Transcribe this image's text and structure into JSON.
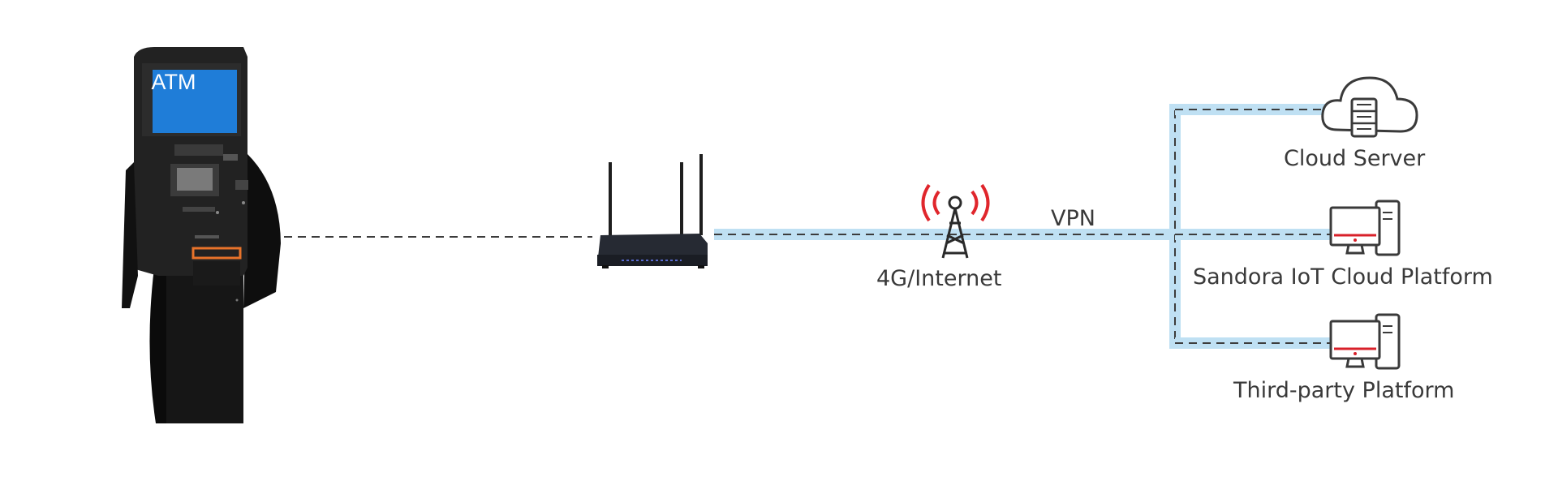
{
  "atm": {
    "screen_text": "ATM"
  },
  "network": {
    "internet_label": "4G/Internet",
    "tunnel_label": "VPN"
  },
  "platforms": {
    "cloud_server": "Cloud Server",
    "iot_platform": "Sandora IoT Cloud Platform",
    "third_party": "Third-party Platform"
  },
  "colors": {
    "link_blue": "#bfe0f3",
    "link_dash": "#3c3c3c",
    "signal_red": "#e0262c",
    "atm_body": "#1e1e1e",
    "atm_screen": "#1f7dd8",
    "card_slot_orange": "#e8732a",
    "icon_red": "#d8202a"
  }
}
